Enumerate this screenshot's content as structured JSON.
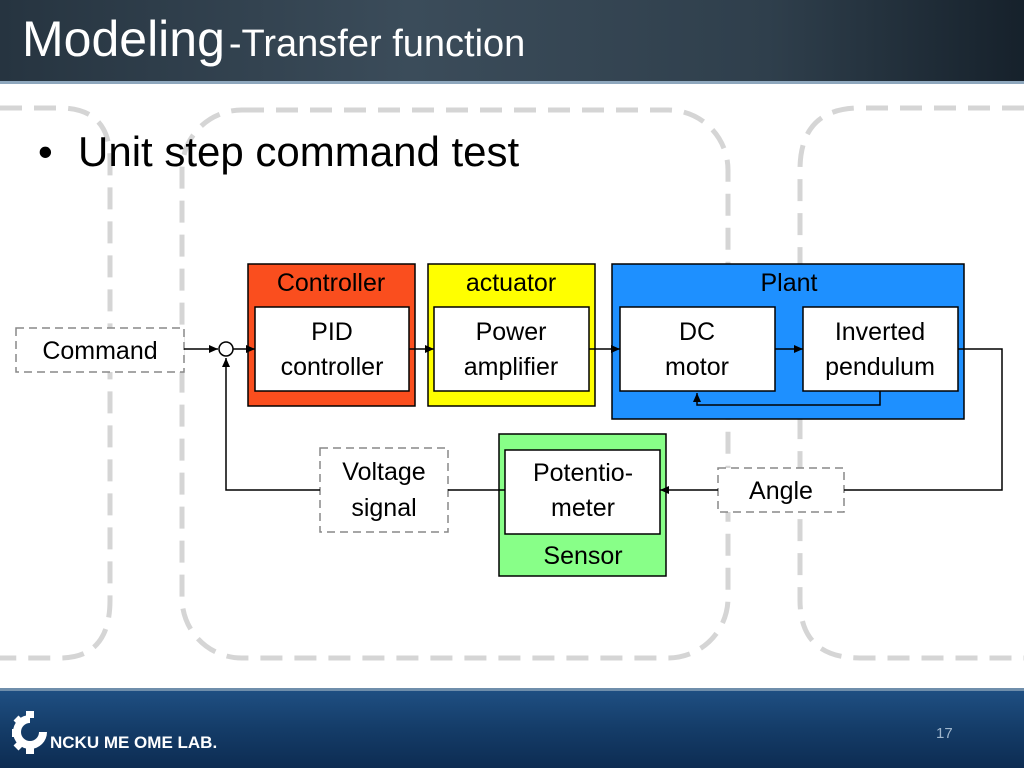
{
  "slide": {
    "title_main": "Modeling",
    "title_sub": "-Transfer function",
    "bullet": "Unit step command test",
    "footer_lab": "NCKU ME OME LAB.",
    "page_number": "17"
  },
  "diagram": {
    "command": "Command",
    "groups": {
      "controller": "Controller",
      "actuator": "actuator",
      "plant": "Plant",
      "sensor": "Sensor"
    },
    "blocks": {
      "pid": [
        "PID",
        "controller"
      ],
      "amp": [
        "Power",
        "amplifier"
      ],
      "motor": [
        "DC",
        "motor"
      ],
      "pendulum": [
        "Inverted",
        "pendulum"
      ],
      "pot": [
        "Potentio-",
        "meter"
      ]
    },
    "signals": {
      "voltage": [
        "Voltage",
        "signal"
      ],
      "angle": "Angle"
    },
    "colors": {
      "controller": "#fa4e1e",
      "actuator": "#ffff00",
      "plant": "#1e90ff",
      "sensor": "#88ff88"
    }
  }
}
